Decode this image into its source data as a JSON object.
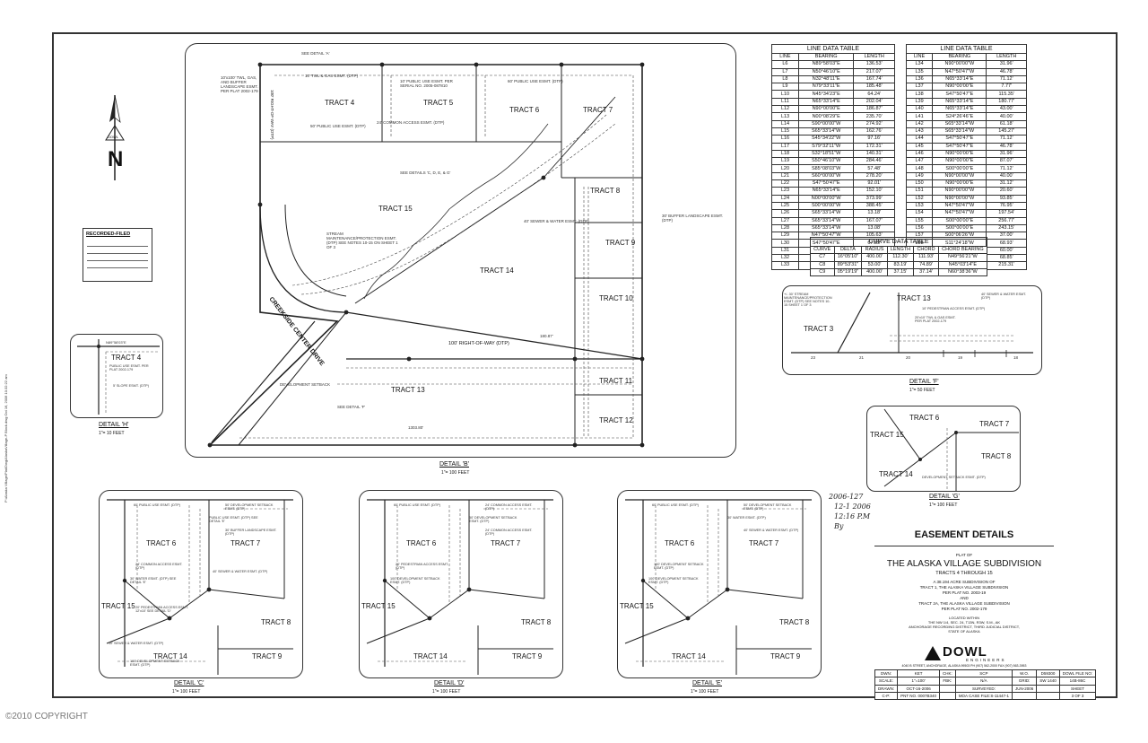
{
  "north_arrow": {
    "label": "N",
    "brand": "DOWL"
  },
  "recorded_box": {
    "title": "RECORDED-FILED"
  },
  "detail_b": {
    "title": "DETAIL 'B'",
    "scale": "1\"= 100 FEET",
    "see_detail_a": "SEE DETAIL 'A'",
    "see_detail_f": "SEE DETAIL 'F'",
    "see_details_cde": "SEE DETAILS 'C, D, E, & G'",
    "road_label": "CREEKSIDE CENTER DRIVE",
    "row_label": "100' RIGHT-OF-WAY (DTP)",
    "row_label_vertical": "100' RIGHT-OF-WAY (DTP)",
    "tracts": [
      "TRACT 4",
      "TRACT 5",
      "TRACT 6",
      "TRACT 7",
      "TRACT 8",
      "TRACT 9",
      "TRACT 10",
      "TRACT 11",
      "TRACT 12",
      "TRACT 13",
      "TRACT 14",
      "TRACT 15"
    ],
    "notes": [
      "10'x100' TWL, GAS, AND BUFFER LANDSCAPE ESMT. PER PLAT 2002-179",
      "10' TWL & GAS ESMT. (DTP)",
      "10' PUBLIC USE ESMT. PER SERIAL NO. 2005-087810",
      "60' PUBLIC USE ESMT. (DTP)",
      "24' COMMON ACCESS ESMT. (DTP)",
      "50' PUBLIC USE ESMT. (DTP)",
      "STREAM MAINTENANCE/PROTECTION ESMT. (DTP) SEE NOTES 10-15 ON SHEET 1 OF 3",
      "30' BUFFER LANDSCAPE ESMT. (DTP)",
      "40' SEWER & WATER ESMT. (DTP)",
      "DEVELOPMENT SETBACK",
      "1303.80'",
      "180.87'"
    ]
  },
  "line_table_1": {
    "title": "LINE DATA TABLE",
    "headers": [
      "LINE",
      "BEARING",
      "LENGTH"
    ],
    "rows": [
      [
        "L6",
        "N89°58'03\"E",
        "136.53'"
      ],
      [
        "L7",
        "N50°46'10\"E",
        "217.07'"
      ],
      [
        "L8",
        "N32°48'11\"E",
        "167.74'"
      ],
      [
        "L9",
        "N79°33'11\"E",
        "185.48'"
      ],
      [
        "L10",
        "N45°34'23\"E",
        "64.24'"
      ],
      [
        "L11",
        "N65°33'14\"E",
        "202.04'"
      ],
      [
        "L12",
        "N90°00'00\"E",
        "186.87'"
      ],
      [
        "L13",
        "N00°08'29\"E",
        "235.70'"
      ],
      [
        "L14",
        "S90°00'00\"W",
        "274.92'"
      ],
      [
        "L15",
        "S65°33'14\"W",
        "162.76'"
      ],
      [
        "L16",
        "S45°34'22\"W",
        "97.16'"
      ],
      [
        "L17",
        "S79°32'11\"W",
        "172.31'"
      ],
      [
        "L18",
        "S32°18'51\"W",
        "140.31'"
      ],
      [
        "L19",
        "S50°46'10\"W",
        "284.46'"
      ],
      [
        "L20",
        "S85°08'03\"W",
        "57.48'"
      ],
      [
        "L21",
        "S60°00'00\"W",
        "278.20'"
      ],
      [
        "L22",
        "S47°50'47\"E",
        "92.01'"
      ],
      [
        "L23",
        "N65°33'14\"E",
        "152.10'"
      ],
      [
        "L24",
        "N00°00'00\"W",
        "373.99'"
      ],
      [
        "L25",
        "S00°00'00\"W",
        "388.45'"
      ],
      [
        "L26",
        "S65°33'14\"W",
        "13.18'"
      ],
      [
        "L27",
        "S65°33'14\"W",
        "167.07'"
      ],
      [
        "L28",
        "S65°33'14\"W",
        "13.08'"
      ],
      [
        "L29",
        "N47°50'47\"W",
        "105.63'"
      ],
      [
        "L30",
        "S47°50'47\"E",
        "67.59'"
      ],
      [
        "L31",
        "S47°50'47\"E",
        "33.95'"
      ],
      [
        "L32",
        "N90°00'00\"E",
        "31.02'"
      ],
      [
        "L33",
        "S33°29'37\"E",
        "23.98'"
      ]
    ]
  },
  "line_table_2": {
    "title": "LINE DATA TABLE",
    "headers": [
      "LINE",
      "BEARING",
      "LENGTH"
    ],
    "rows": [
      [
        "L34",
        "N90°00'00\"W",
        "31.96'"
      ],
      [
        "L35",
        "N47°50'47\"W",
        "46.78'"
      ],
      [
        "L36",
        "N65°33'14\"E",
        "71.12'"
      ],
      [
        "L37",
        "N90°00'00\"E",
        "7.77'"
      ],
      [
        "L38",
        "S47°50'47\"E",
        "115.35'"
      ],
      [
        "L39",
        "N65°33'14\"E",
        "180.77'"
      ],
      [
        "L40",
        "N65°33'14\"E",
        "43.00'"
      ],
      [
        "L41",
        "S24°26'46\"E",
        "40.00'"
      ],
      [
        "L42",
        "S65°33'14\"W",
        "61.18'"
      ],
      [
        "L43",
        "S65°33'14\"W",
        "145.27'"
      ],
      [
        "L44",
        "S47°50'47\"E",
        "71.12'"
      ],
      [
        "L45",
        "S47°50'47\"E",
        "46.78'"
      ],
      [
        "L46",
        "N90°00'00\"E",
        "31.96'"
      ],
      [
        "L47",
        "N90°00'00\"E",
        "87.07'"
      ],
      [
        "L48",
        "S00°00'00\"E",
        "71.12'"
      ],
      [
        "L49",
        "N90°00'00\"W",
        "40.00'"
      ],
      [
        "L50",
        "N90°00'00\"E",
        "31.12'"
      ],
      [
        "L51",
        "N90°00'00\"W",
        "20.60'"
      ],
      [
        "L52",
        "N90°00'00\"W",
        "93.85'"
      ],
      [
        "L53",
        "N47°50'47\"W",
        "76.95'"
      ],
      [
        "L54",
        "N47°50'47\"W",
        "197.54'"
      ],
      [
        "L55",
        "S00°00'00\"E",
        "256.77'"
      ],
      [
        "L56",
        "S00°00'00\"E",
        "243.15'"
      ],
      [
        "L57",
        "S00°06'26\"W",
        "37.00'"
      ],
      [
        "L58",
        "S11°24'18\"W",
        "68.93'"
      ],
      [
        "L59",
        "S00°06'39\"W",
        "60.00'"
      ],
      [
        "L60",
        "S11°10'52\"E",
        "68.85'"
      ],
      [
        "L61",
        "N00°06'29\"E",
        "215.31'"
      ]
    ]
  },
  "curve_table": {
    "title": "CURVE DATA TABLE",
    "headers": [
      "CURVE",
      "DELTA",
      "RADIUS",
      "LENGTH",
      "CHORD",
      "CHORD BEARING"
    ],
    "rows": [
      [
        "C7",
        "16°05'10\"",
        "400.00'",
        "112.30'",
        "111.93'",
        "N49°56'21\"W"
      ],
      [
        "C8",
        "89°53'31\"",
        "53.00'",
        "83.19'",
        "74.89'",
        "N45°03'14\"E"
      ],
      [
        "C9",
        "05°19'19\"",
        "400.00'",
        "37.15'",
        "37.14'",
        "N60°38'36\"W"
      ]
    ]
  },
  "detail_f": {
    "title": "DETAIL 'F'",
    "scale": "1\"= 50 FEET",
    "tracts": [
      "TRACT 13",
      "TRACT 3"
    ],
    "lot_numbers": [
      "23",
      "21",
      "20",
      "19",
      "18"
    ],
    "notes": [
      "+/- 30' STREAM MAINTENANCE/PROTECTION ESMT. (DTP) SEE NOTES 10-15 SHEET 1 OF 3",
      "40' SEWER & WATER ESMT. (DTP)",
      "10' PEDESTRIAN ACCESS ESMT. (DTP)",
      "20'x10' TWL & GAS ESMT. PER PLAT 2002-179"
    ]
  },
  "detail_g": {
    "title": "DETAIL 'G'",
    "scale": "1\"= 100 FEET",
    "tracts": [
      "TRACT 6",
      "TRACT 7",
      "TRACT 8",
      "TRACT 14",
      "TRACT 15"
    ],
    "notes": [
      "DEVELOPMENT SETBACK ESMT. (DTP)"
    ]
  },
  "detail_h": {
    "title": "DETAIL 'H'",
    "scale": "1\"= 10 FEET",
    "tracts": [
      "TRACT 4"
    ],
    "notes": [
      "PUBLIC USE ESMT. PER PLAT 2002-179",
      "5' SLOPE ESMT. (DTP)",
      "N89°58'03\"E"
    ]
  },
  "detail_c": {
    "title": "DETAIL 'C'",
    "scale": "1\"= 100 FEET",
    "tracts": [
      "TRACT 6",
      "TRACT 7",
      "TRACT 8",
      "TRACT 9",
      "TRACT 14",
      "TRACT 15"
    ],
    "notes": [
      "60' PUBLIC USE ESMT. (DTP)",
      "50' DEVELOPMENT SETBACK ESMT. (DTP)",
      "PUBLIC USE ESMT. (DTP) SEE DETAIL 'E'",
      "30' BUFFER LANDSCAPE ESMT. (DTP)",
      "24' COMMON ACCESS ESMT. (DTP)",
      "30' WATER ESMT. (DTP) SEE DETAIL 'E'",
      "40' SEWER & WATER ESMT. (DTP)",
      "20' PEDESTRIAN ACCESS ESMT. 12'x10' SEE DETAIL 'D'",
      "10' SEWER & WATER ESMT. (DTP)",
      "100' DEVELOPMENT SETBACK ESMT. (DTP)"
    ]
  },
  "detail_d": {
    "title": "DETAIL 'D'",
    "scale": "1\"= 100 FEET",
    "tracts": [
      "TRACT 6",
      "TRACT 7",
      "TRACT 8",
      "TRACT 9",
      "TRACT 14",
      "TRACT 15"
    ],
    "notes": [
      "60' PUBLIC USE ESMT. (DTP)",
      "24' COMMON ACCESS ESMT. (DTP)",
      "50' DEVELOPMENT SETBACK ESMT. (DTP)",
      "24' COMMON ACCESS ESMT. (DTP)",
      "20' PEDESTRIAN ACCESS ESMT. (DTP)",
      "100' DEVELOPMENT SETBACK ESMT. (DTP)"
    ]
  },
  "detail_e": {
    "title": "DETAIL 'E'",
    "scale": "1\"= 100 FEET",
    "tracts": [
      "TRACT 6",
      "TRACT 7",
      "TRACT 8",
      "TRACT 9",
      "TRACT 14",
      "TRACT 15"
    ],
    "notes": [
      "60' PUBLIC USE ESMT. (DTP)",
      "50' DEVELOPMENT SETBACK ESMT. (DTP)",
      "30' WATER ESMT. (DTP)",
      "40' SEWER & WATER ESMT. (DTP)",
      "100' DEVELOPMENT SETBACK ESMT. (DTP)",
      "100' DEVELOPMENT SETBACK ESMT. (DTP)"
    ]
  },
  "handwritten": {
    "lines": [
      "2006-127",
      "12-1 2006",
      "12:16 P.M",
      "By"
    ]
  },
  "title_block": {
    "heading": "EASEMENT DETAILS",
    "plat_of": "PLAT OF",
    "name": "THE ALASKA VILLAGE SUBDIVISION",
    "tracts": "TRACTS 4 THROUGH 15",
    "desc": [
      "A 38.194 ACRE SUBDIVISION OF",
      "TRACT 1, THE ALASKA VILLAGE SUBDIVISION",
      "PER PLAT NO. 2003-19",
      "AND",
      "TRACT 2A, THE ALASKA VILLAGE SUBDIVISION",
      "PER PLAT NO. 2002-179"
    ],
    "located": [
      "LOCATED WITHIN",
      "THE NW 1/4, SEC. 24, T13N, R3W, S.M., AK",
      "ANCHORAGE RECORDING DISTRICT, THIRD JUDICIAL DISTRICT,",
      "STATE OF ALASKA"
    ],
    "firm": "DOWL",
    "firm_sub": "ENGINEERS",
    "address": "4040 B STREET, ANCHORAGE, ALASKA 99503  PH (907) 562-2000  FAX (907) 563-3953",
    "rows": [
      [
        "DWN:",
        "KET",
        "CHK:",
        "SCP",
        "W.O.",
        "D59300",
        "DOWL FILE NO:"
      ],
      [
        "SCALE:",
        "1\"=100'",
        "FBK:",
        "N/A",
        "GRID:",
        "SW 1440",
        "14B-86C"
      ],
      [
        "DRAWN:",
        "OCT-16-2006",
        "",
        "SURVEYED:",
        "JUN-2006",
        "",
        "SHEET"
      ],
      [
        "C-P:",
        "PNT NO. 0007B340",
        "",
        "MOA CASE FILE:S-11447-1",
        "",
        "",
        "3 OF 3"
      ]
    ]
  },
  "side_text": "P:\\Alaska Village\\Plat\\Dwg\\AlaskaVillage-P Block.dwg Oct 16, 2006 10:32:22 am",
  "copyright": "©2010 COPYRIGHT",
  "colors": {
    "ink": "#222222",
    "background": "#ffffff"
  }
}
